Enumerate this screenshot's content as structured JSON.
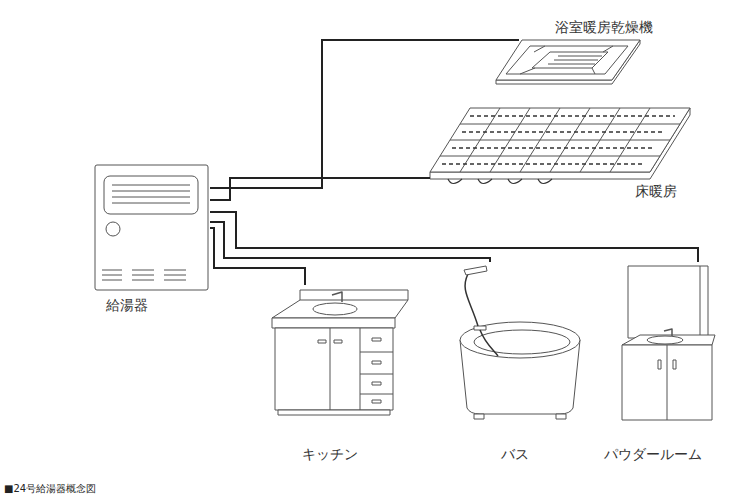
{
  "diagram": {
    "caption": "■24号給湯器概念図",
    "nodes": [
      {
        "text": [
          "浴室暖房乾燥機"
        ]
      },
      {
        "text": [
          "床暖房"
        ]
      },
      {
        "text": [
          "給湯器"
        ]
      },
      {
        "text": [
          "キッチン"
        ]
      },
      {
        "text": [
          "バス"
        ]
      },
      {
        "text": [
          "パウダールーム"
        ]
      }
    ],
    "edges": [
      {
        "from": 2,
        "to": 0,
        "arrow": "none"
      },
      {
        "from": 2,
        "to": 1,
        "arrow": "none"
      },
      {
        "from": 2,
        "to": 3,
        "arrow": "none"
      },
      {
        "from": 2,
        "to": 4,
        "arrow": "none"
      },
      {
        "from": 2,
        "to": 5,
        "arrow": "none"
      }
    ]
  }
}
